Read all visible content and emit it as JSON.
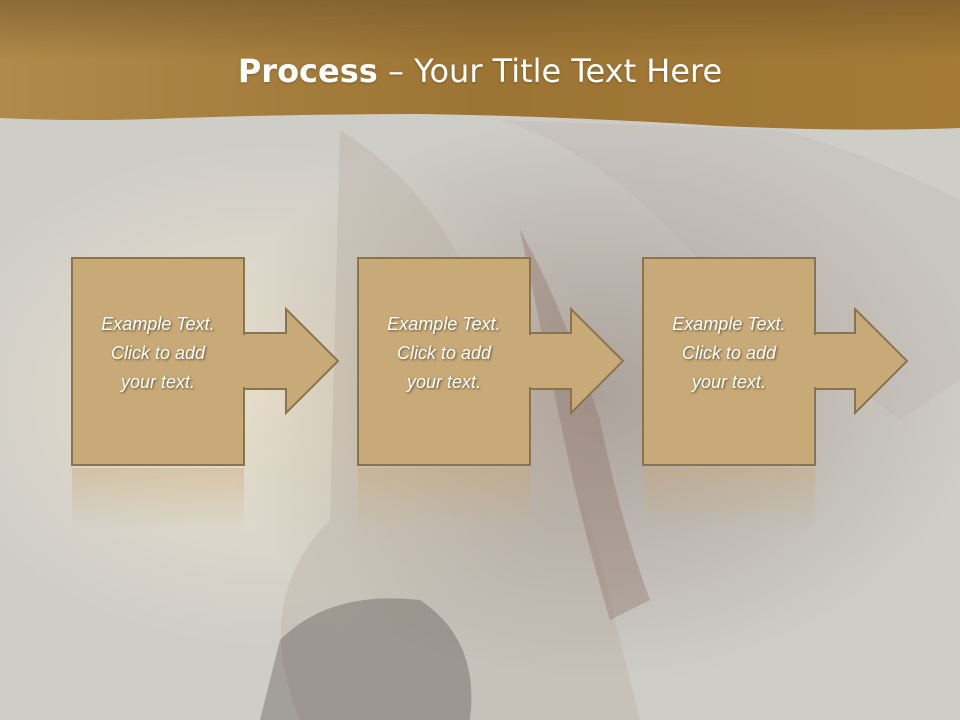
{
  "slide": {
    "title_bold": "Process",
    "title_rest": " – Your Title Text Here"
  },
  "steps": [
    {
      "line1": "Example Text.",
      "line2": "Click  to add",
      "line3": "your text."
    },
    {
      "line1": "Example Text.",
      "line2": "Click  to add",
      "line3": "your text."
    },
    {
      "line1": "Example Text.",
      "line2": "Click  to add",
      "line3": "your text."
    }
  ],
  "colors": {
    "header_gold": "#9e7838",
    "box_fill": "#c8aa78",
    "box_stroke": "#8a7450",
    "background": "#cfcdc8"
  }
}
